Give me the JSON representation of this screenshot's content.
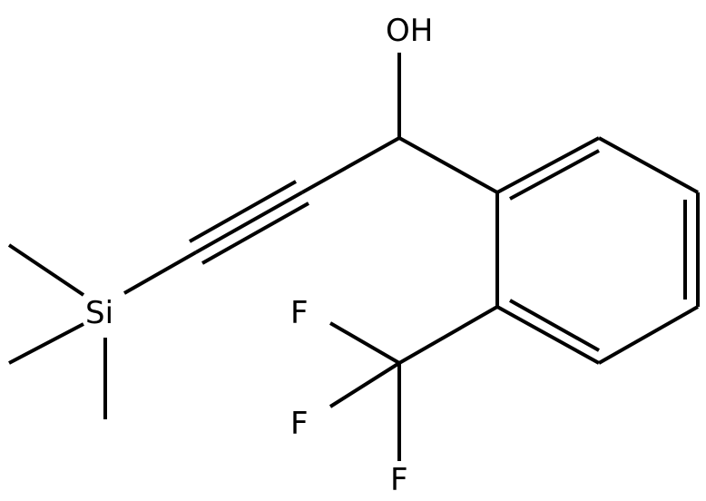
{
  "molecule": {
    "labels": {
      "hydroxyl": "OH",
      "silicon": "Si",
      "fluorine_1": "F",
      "fluorine_2": "F",
      "fluorine_3": "F"
    },
    "colors": {
      "bond": "#000000",
      "label": "#000000",
      "background": "#ffffff"
    }
  }
}
